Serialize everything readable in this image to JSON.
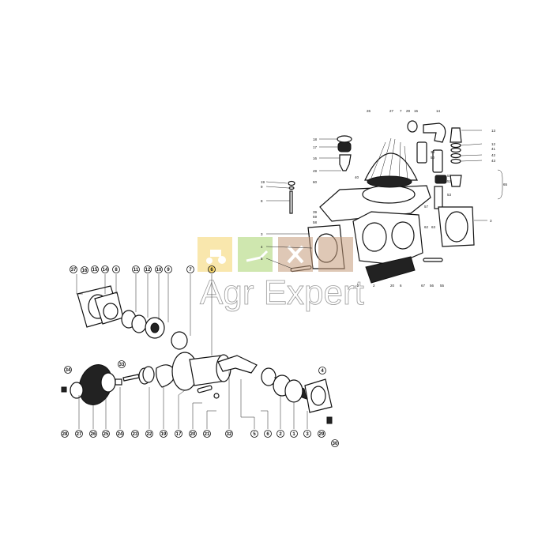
{
  "watermark": {
    "text": "Agr Expert",
    "tiles": [
      {
        "icon": "tractor-icon",
        "color": "#f4d46a"
      },
      {
        "icon": "wheelbarrow-icon",
        "color": "#a8d46e"
      },
      {
        "icon": "tools-icon",
        "color": "#c49a7a"
      },
      {
        "icon": "parts-icon",
        "color": "#c49a7a"
      }
    ]
  },
  "upper_labels": [
    "26",
    "27",
    "7",
    "29",
    "15",
    "14",
    "13",
    "18",
    "17",
    "16",
    "49",
    "40",
    "60",
    "19",
    "9",
    "8",
    "12",
    "41",
    "42",
    "43",
    "33",
    "50",
    "51",
    "52",
    "53",
    "65",
    "39",
    "59",
    "58",
    "57",
    "62",
    "63",
    "3",
    "3",
    "4",
    "5",
    "2",
    "2",
    "20",
    "6",
    "67",
    "56",
    "55"
  ],
  "lower_labels": [
    "37",
    "16",
    "15",
    "14",
    "8",
    "11",
    "12",
    "10",
    "9",
    "7",
    "6",
    "34",
    "33",
    "28",
    "27",
    "26",
    "25",
    "24",
    "23",
    "22",
    "19",
    "17",
    "20",
    "21",
    "32",
    "5",
    "6",
    "2",
    "1",
    "3",
    "29",
    "4",
    "30"
  ]
}
